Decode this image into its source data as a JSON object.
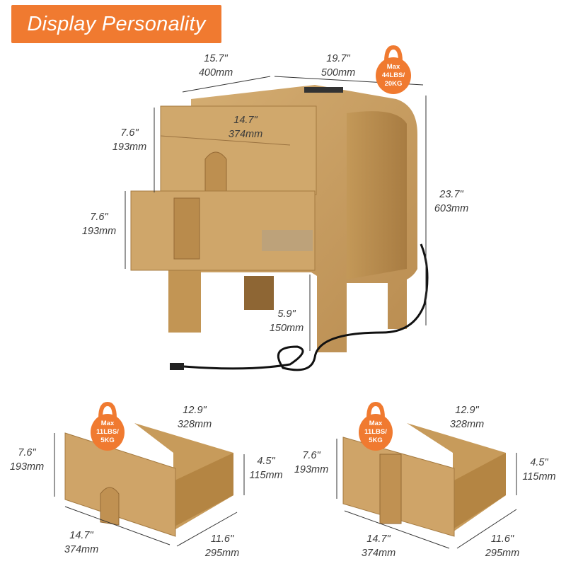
{
  "banner": {
    "title": "Display Personality"
  },
  "colors": {
    "accent": "#f07a30",
    "wood": "#c9a063",
    "wood_dark": "#a97f45",
    "text": "#3a3a3a"
  },
  "nightstand": {
    "depth": {
      "in": "15.7\"",
      "mm": "400mm"
    },
    "width": {
      "in": "19.7\"",
      "mm": "500mm"
    },
    "drawer_width": {
      "in": "14.7\"",
      "mm": "374mm"
    },
    "top_drawer_height": {
      "in": "7.6\"",
      "mm": "193mm"
    },
    "bottom_drawer_height": {
      "in": "7.6\"",
      "mm": "193mm"
    },
    "height": {
      "in": "23.7\"",
      "mm": "603mm"
    },
    "leg_height": {
      "in": "5.9\"",
      "mm": "150mm"
    },
    "max_load": {
      "line1": "Max",
      "line2": "44LBS/",
      "line3": "20KG"
    }
  },
  "drawers": [
    {
      "name": "round-handle",
      "back_width": {
        "in": "12.9\"",
        "mm": "328mm"
      },
      "front_height": {
        "in": "7.6\"",
        "mm": "193mm"
      },
      "side_height": {
        "in": "4.5\"",
        "mm": "115mm"
      },
      "front_width": {
        "in": "14.7\"",
        "mm": "374mm"
      },
      "depth": {
        "in": "11.6\"",
        "mm": "295mm"
      },
      "max_load": {
        "line1": "Max",
        "line2": "11LBS/",
        "line3": "5KG"
      }
    },
    {
      "name": "bar-handle",
      "back_width": {
        "in": "12.9\"",
        "mm": "328mm"
      },
      "front_height": {
        "in": "7.6\"",
        "mm": "193mm"
      },
      "side_height": {
        "in": "4.5\"",
        "mm": "115mm"
      },
      "front_width": {
        "in": "14.7\"",
        "mm": "374mm"
      },
      "depth": {
        "in": "11.6\"",
        "mm": "295mm"
      },
      "max_load": {
        "line1": "Max",
        "line2": "11LBS/",
        "line3": "5KG"
      }
    }
  ]
}
